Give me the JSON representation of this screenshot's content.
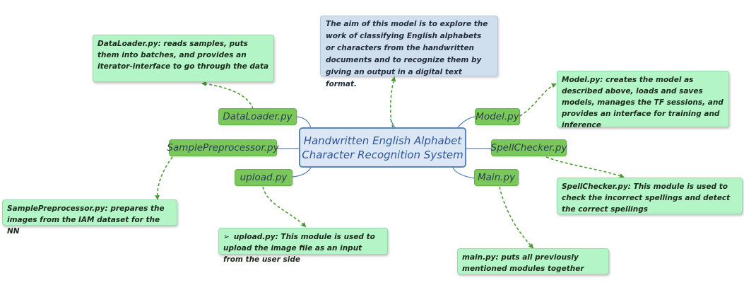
{
  "central": {
    "line1": "Handwritten English Alphabet",
    "line2": "Character Recognition System"
  },
  "aim_text": "The aim of this model is to explore the work of classifying English alphabets or characters from the handwritten documents and to recognize them by giving an output in a digital text format.",
  "modules": {
    "dataloader": "DataLoader.py",
    "samplepreprocessor": "SamplePreprocessor.py",
    "upload": "upload.py",
    "model": "Model.py",
    "spellchecker": "SpellChecker.py",
    "main": "Main.py"
  },
  "descriptions": {
    "dataloader": "DataLoader.py: reads samples, puts them into batches, and provides an iterator-interface to go through the data",
    "samplepreprocessor": "SamplePreprocessor.py: prepares the images from the IAM dataset for the NN",
    "upload_bullet": "➢",
    "upload": "upload.py: This module is used to upload the image file as an input from the user side",
    "model": "Model.py: creates the model as described above, loads and saves models, manages the TF sessions, and provides an interface for training and inference",
    "spellchecker": "SpellChecker.py: This module is used to check the incorrect spellings and detect the correct spellings",
    "main": "main.py: puts all previously mentioned modules together"
  },
  "colors": {
    "description_fill": "#b3f5c7",
    "module_fill": "#7ac85a",
    "central_fill": "#dbe7f5",
    "central_border": "#5b84b8",
    "aim_fill": "#cfdfee",
    "connector_solid": "#5b84b8",
    "connector_dashed": "#4e9a34"
  }
}
